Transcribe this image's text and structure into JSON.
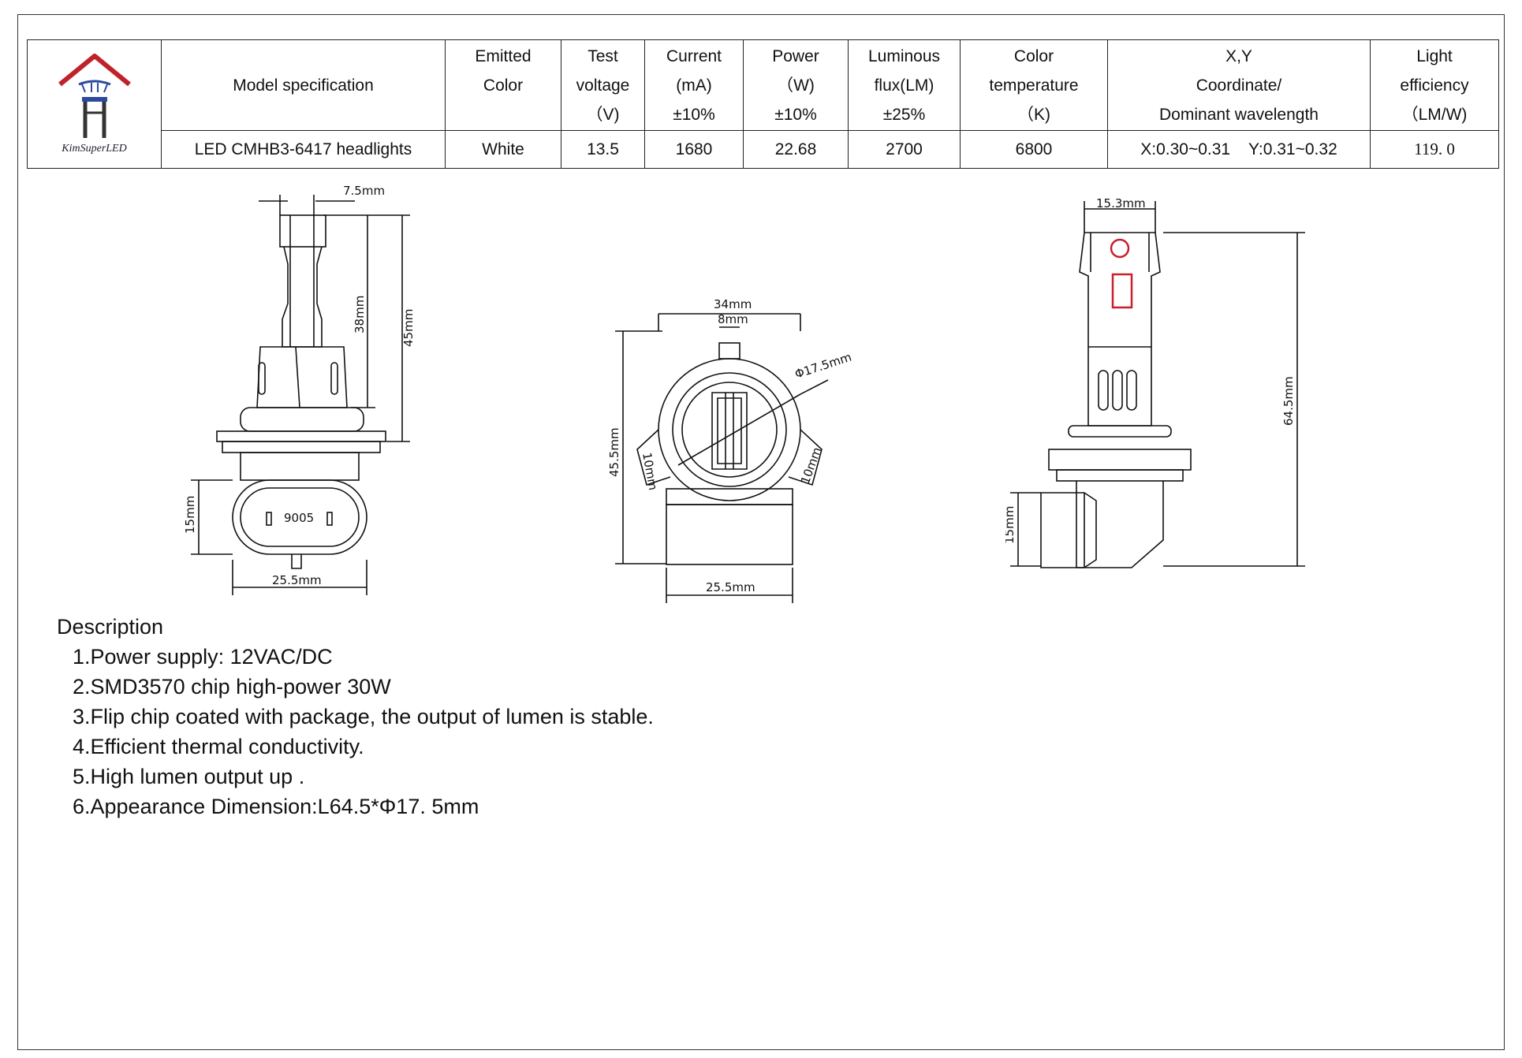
{
  "brand": {
    "name": "KimSuperLED"
  },
  "table": {
    "headers": {
      "model": [
        "Model specification"
      ],
      "color": [
        "Emitted",
        "Color"
      ],
      "voltage": [
        "Test",
        "voltage",
        "（V)"
      ],
      "current": [
        "Current",
        "(mA)",
        "±10%"
      ],
      "power": [
        "Power",
        "（W)",
        "±10%"
      ],
      "flux": [
        "Luminous",
        "flux(LM)",
        "±25%"
      ],
      "cct": [
        "Color",
        "temperature",
        "（K)"
      ],
      "xy": [
        "X,Y",
        "Coordinate/",
        "Dominant wavelength"
      ],
      "eff": [
        "Light",
        "efficiency",
        "（LM/W)"
      ]
    },
    "row": {
      "model": "LED CMHB3-6417 headlights",
      "color": "White",
      "voltage": "13.5",
      "current": "1680",
      "power": "22.68",
      "flux": "2700",
      "cct": "6800",
      "xy": "X:0.30~0.31    Y:0.31~0.32",
      "eff": "119. 0"
    }
  },
  "dimensions": {
    "front": {
      "top_width": "7.5mm",
      "neck_height": "38mm",
      "total_height": "45mm",
      "plug_height": "15mm",
      "plug_width": "25.5mm",
      "plug_label": "9005"
    },
    "top": {
      "width": "34mm",
      "tab": "8mm",
      "diameter": "Φ17.5mm",
      "height": "45.5mm",
      "left_tab": "10mm",
      "right_tab": "10mm",
      "base_width": "25.5mm"
    },
    "side": {
      "top_width": "15.3mm",
      "total_height": "64.5mm",
      "plug_height": "15mm"
    }
  },
  "description": {
    "title": "Description",
    "items": [
      "1.Power supply: 12VAC/DC",
      "2.SMD3570 chip high-power 30W",
      "3.Flip chip coated with package, the output of lumen is stable.",
      "4.Efficient thermal conductivity.",
      "5.High lumen output up .",
      "6.Appearance Dimension:L64.5*Φ17. 5mm"
    ]
  },
  "colors": {
    "logo_red": "#c0222a",
    "logo_blue": "#2a4aa0",
    "chip_red": "#c8202a"
  }
}
